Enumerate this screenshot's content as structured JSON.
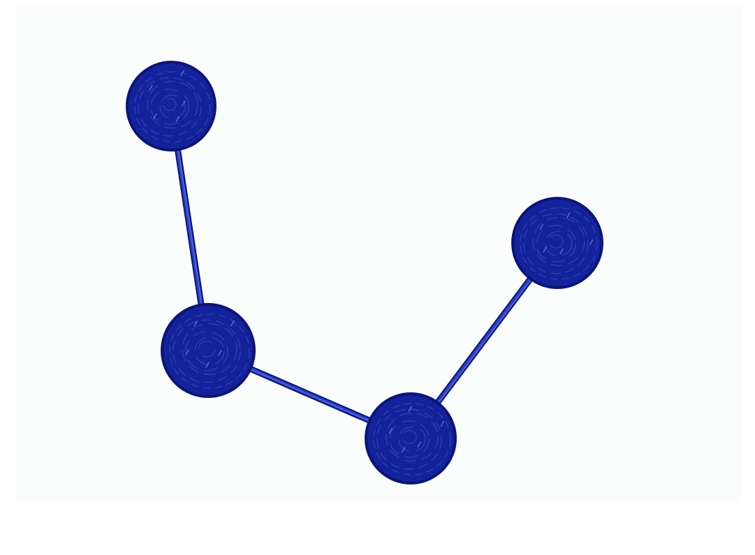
{
  "diagram": {
    "type": "node-link sketch",
    "style": "hand-drawn ink",
    "colors": {
      "background": "#fbfdfd",
      "node_fill": "#15239a",
      "node_dark": "#0b1478",
      "node_scribble": "#3d58d6",
      "edge": "#2a3fc2"
    },
    "nodes": [
      {
        "id": "node-1"
      },
      {
        "id": "node-2"
      },
      {
        "id": "node-3"
      },
      {
        "id": "node-4"
      }
    ],
    "edges": [
      {
        "from": "node-1",
        "to": "node-2"
      },
      {
        "from": "node-2",
        "to": "node-3"
      },
      {
        "from": "node-3",
        "to": "node-4"
      }
    ]
  }
}
